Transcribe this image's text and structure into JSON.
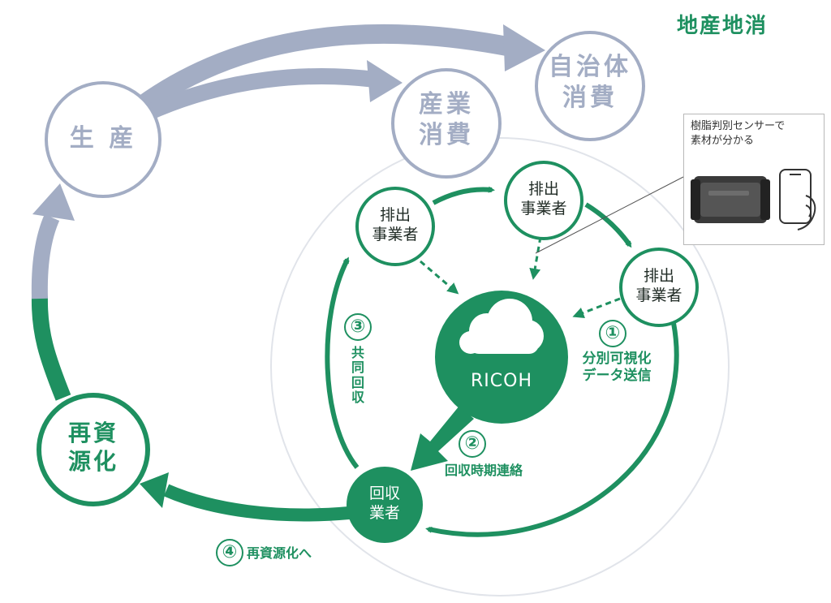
{
  "diagram": {
    "title": "地産地消",
    "nodes": {
      "production": "生 産",
      "industrial_consumption": "産業\n消費",
      "municipal_consumption": "自治体\n消費",
      "recycling": "再資\n源化",
      "emitter_a": "排出\n事業者",
      "emitter_b": "排出\n事業者",
      "emitter_c": "排出\n事業者",
      "ricoh": "RICOH",
      "collector": "回収\n業者"
    },
    "steps": [
      {
        "number": "①",
        "label": "分別可視化\nデータ送信"
      },
      {
        "number": "②",
        "label": "回収時期連絡"
      },
      {
        "number": "③",
        "label": "共\n同\n回\n収"
      },
      {
        "number": "④",
        "label": "再資源化へ"
      }
    ],
    "callout": {
      "text": "樹脂判別センサーで\n素材が分かる",
      "device_icon": "sensor-device-icon",
      "phone_icon": "smartphone-hand-icon"
    },
    "colors": {
      "green": "#1e9060",
      "gray": "#a3adc4"
    }
  }
}
